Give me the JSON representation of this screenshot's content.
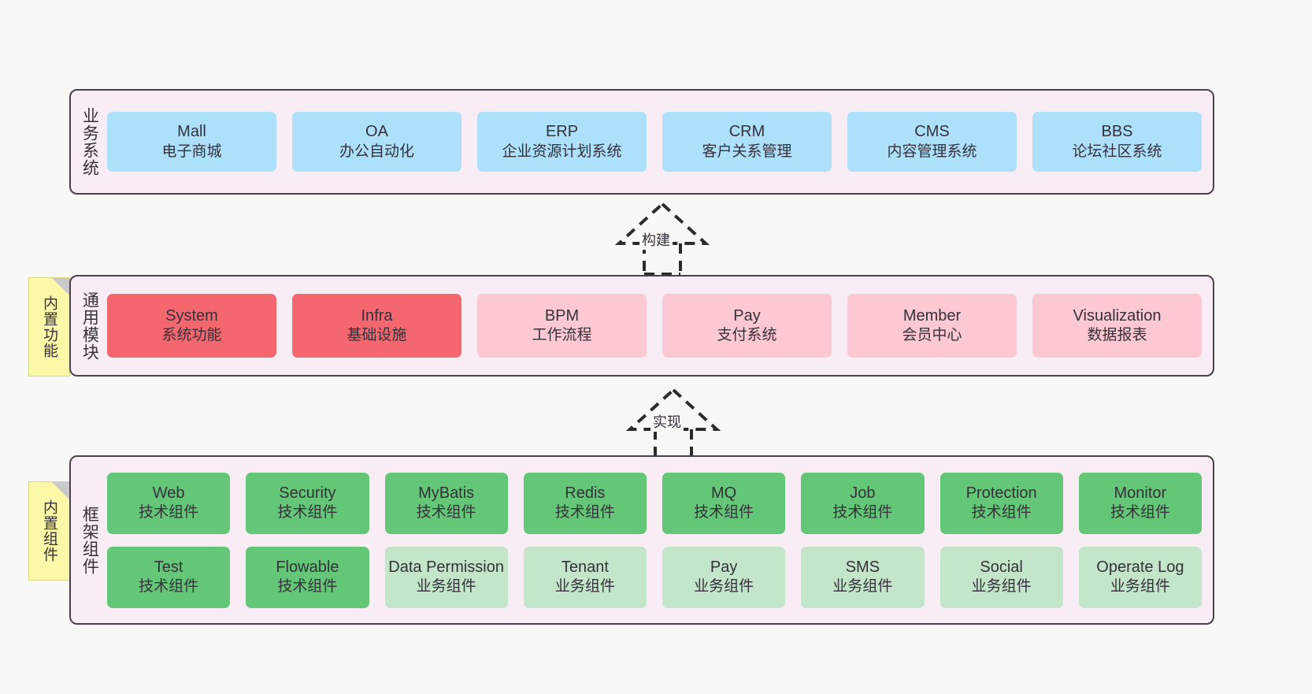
{
  "diagram": {
    "background_color": "#f8f8f6",
    "layer_background_color": "#f8ecf5",
    "layer_border_color": "#4a414a",
    "note_color": "#fbf8a8"
  },
  "layers": [
    {
      "id": "business",
      "title": "业务系统",
      "rows": [
        {
          "boxes": [
            {
              "title": "Mall",
              "subtitle": "电子商城",
              "color": "#ace0fb",
              "variant": "c-blue"
            },
            {
              "title": "OA",
              "subtitle": "办公自动化",
              "color": "#ace0fb",
              "variant": "c-blue"
            },
            {
              "title": "ERP",
              "subtitle": "企业资源计划系统",
              "color": "#ace0fb",
              "variant": "c-blue"
            },
            {
              "title": "CRM",
              "subtitle": "客户关系管理",
              "color": "#ace0fb",
              "variant": "c-blue"
            },
            {
              "title": "CMS",
              "subtitle": "内容管理系统",
              "color": "#ace0fb",
              "variant": "c-blue"
            },
            {
              "title": "BBS",
              "subtitle": "论坛社区系统",
              "color": "#ace0fb",
              "variant": "c-blue"
            }
          ]
        }
      ]
    },
    {
      "id": "common",
      "title": "通用模块",
      "note": "内置功能",
      "rows": [
        {
          "boxes": [
            {
              "title": "System",
              "subtitle": "系统功能",
              "color": "#f4676f",
              "variant": "c-red"
            },
            {
              "title": "Infra",
              "subtitle": "基础设施",
              "color": "#f4676f",
              "variant": "c-red"
            },
            {
              "title": "BPM",
              "subtitle": "工作流程",
              "color": "#fcc8d1",
              "variant": "c-pink"
            },
            {
              "title": "Pay",
              "subtitle": "支付系统",
              "color": "#fcc8d1",
              "variant": "c-pink"
            },
            {
              "title": "Member",
              "subtitle": "会员中心",
              "color": "#fcc8d1",
              "variant": "c-pink"
            },
            {
              "title": "Visualization",
              "subtitle": "数据报表",
              "color": "#fcc8d1",
              "variant": "c-pink"
            }
          ]
        }
      ]
    },
    {
      "id": "framework",
      "title": "框架组件",
      "note": "内置组件",
      "rows": [
        {
          "boxes": [
            {
              "title": "Web",
              "subtitle": "技术组件",
              "color": "#63c777",
              "variant": "c-green"
            },
            {
              "title": "Security",
              "subtitle": "技术组件",
              "color": "#63c777",
              "variant": "c-green"
            },
            {
              "title": "MyBatis",
              "subtitle": "技术组件",
              "color": "#63c777",
              "variant": "c-green"
            },
            {
              "title": "Redis",
              "subtitle": "技术组件",
              "color": "#63c777",
              "variant": "c-green"
            },
            {
              "title": "MQ",
              "subtitle": "技术组件",
              "color": "#63c777",
              "variant": "c-green"
            },
            {
              "title": "Job",
              "subtitle": "技术组件",
              "color": "#63c777",
              "variant": "c-green"
            },
            {
              "title": "Protection",
              "subtitle": "技术组件",
              "color": "#63c777",
              "variant": "c-green"
            },
            {
              "title": "Monitor",
              "subtitle": "技术组件",
              "color": "#63c777",
              "variant": "c-green"
            }
          ]
        },
        {
          "boxes": [
            {
              "title": "Test",
              "subtitle": "技术组件",
              "color": "#63c777",
              "variant": "c-green"
            },
            {
              "title": "Flowable",
              "subtitle": "技术组件",
              "color": "#63c777",
              "variant": "c-green"
            },
            {
              "title": "Data Permission",
              "subtitle": "业务组件",
              "color": "#c3e5c9",
              "variant": "c-lightgreen"
            },
            {
              "title": "Tenant",
              "subtitle": "业务组件",
              "color": "#c3e5c9",
              "variant": "c-lightgreen"
            },
            {
              "title": "Pay",
              "subtitle": "业务组件",
              "color": "#c3e5c9",
              "variant": "c-lightgreen"
            },
            {
              "title": "SMS",
              "subtitle": "业务组件",
              "color": "#c3e5c9",
              "variant": "c-lightgreen"
            },
            {
              "title": "Social",
              "subtitle": "业务组件",
              "color": "#c3e5c9",
              "variant": "c-lightgreen"
            },
            {
              "title": "Operate Log",
              "subtitle": "业务组件",
              "color": "#c3e5c9",
              "variant": "c-lightgreen"
            }
          ]
        }
      ]
    }
  ],
  "connectors": [
    {
      "id": "build",
      "label": "构建",
      "style": "dashed-generalization",
      "from": "common",
      "to": "business"
    },
    {
      "id": "impl",
      "label": "实现",
      "style": "dashed-generalization",
      "from": "framework",
      "to": "common"
    }
  ]
}
